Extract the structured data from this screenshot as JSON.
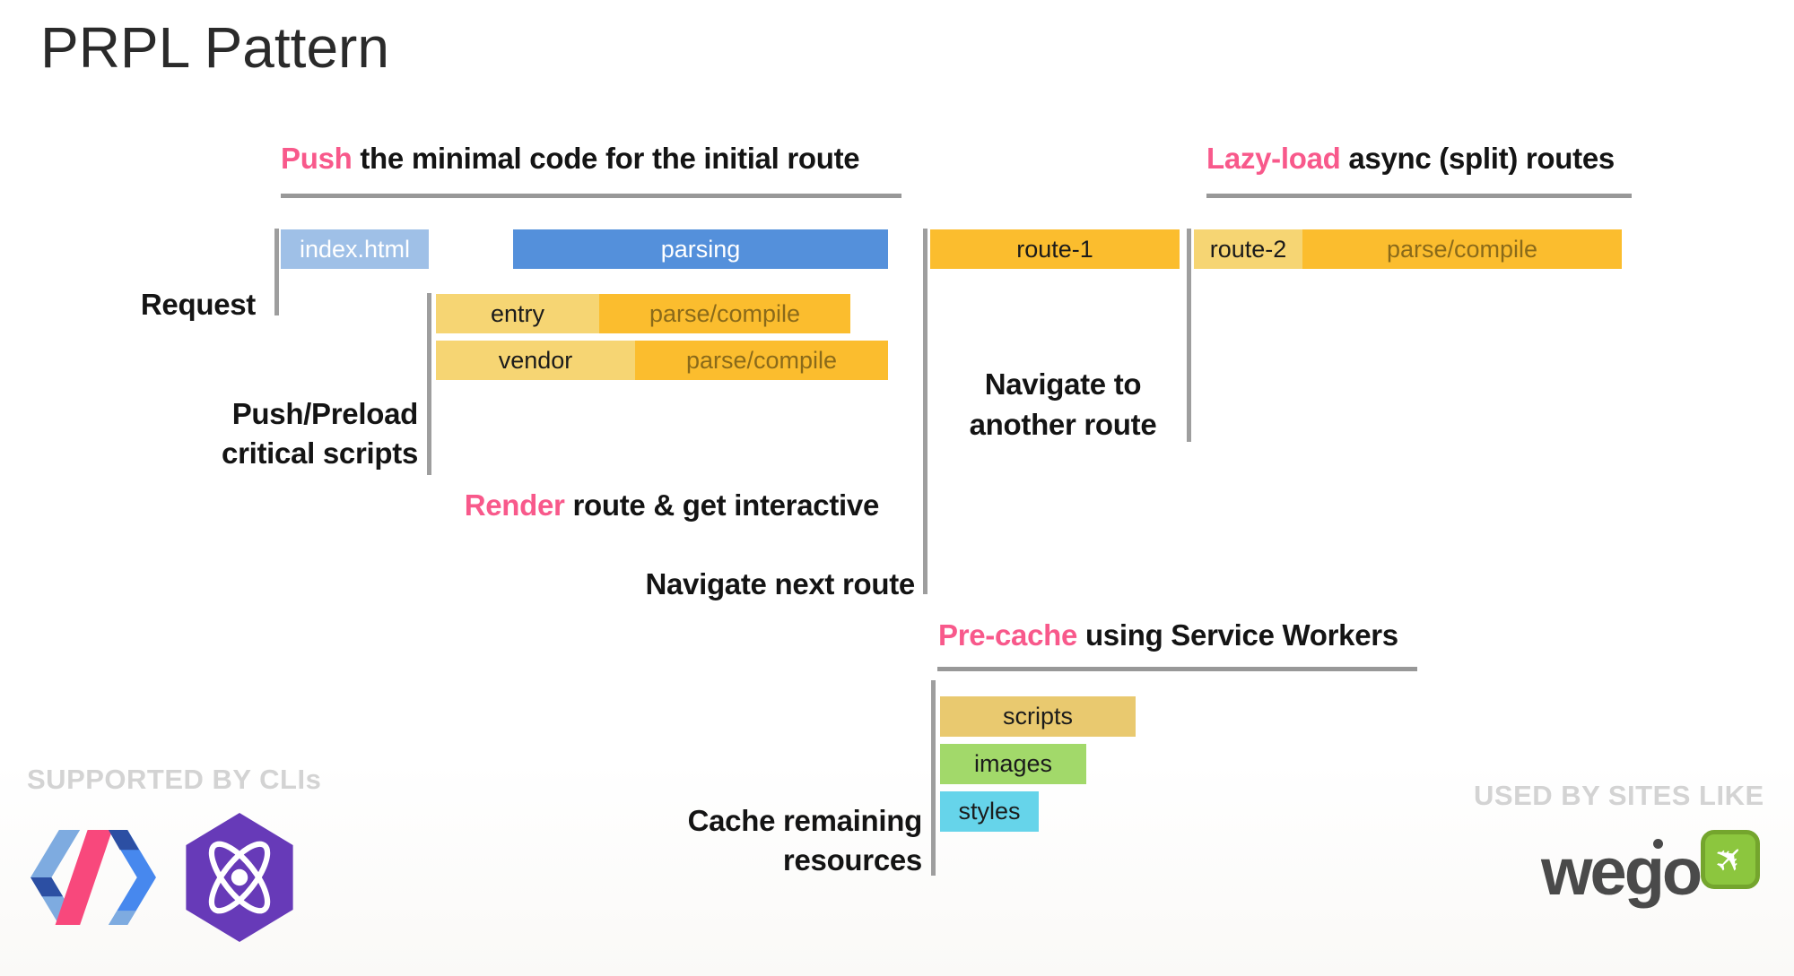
{
  "title": "PRPL Pattern",
  "headings": {
    "push": {
      "highlight": "Push",
      "rest": " the minimal code for the initial route"
    },
    "lazyload": {
      "highlight": "Lazy-load",
      "rest": " async (split) routes"
    },
    "render": {
      "highlight": "Render",
      "rest": " route & get interactive"
    },
    "precache": {
      "highlight": "Pre-cache",
      "rest": " using Service Workers"
    }
  },
  "labels": {
    "request": "Request",
    "push_preload_line1": "Push/Preload",
    "push_preload_line2": "critical scripts",
    "navigate_next": "Navigate next route",
    "navigate_another_line1": "Navigate to",
    "navigate_another_line2": "another route",
    "cache_remaining_line1": "Cache remaining",
    "cache_remaining_line2": "resources"
  },
  "bars": {
    "index_html": "index.html",
    "parsing": "parsing",
    "entry": "entry",
    "entry_parse": "parse/compile",
    "vendor": "vendor",
    "vendor_parse": "parse/compile",
    "route1": "route-1",
    "route2": "route-2",
    "route2_parse": "parse/compile",
    "scripts": "scripts",
    "images": "images",
    "styles": "styles"
  },
  "footer": {
    "supported": "SUPPORTED BY CLIs",
    "used": "USED BY SITES LIKE",
    "wego": "wego",
    "wego_plane_icon": "airplane-icon",
    "logos": [
      "polymer-logo",
      "preact-logo",
      "wego-logo"
    ]
  },
  "colors": {
    "highlight_pink": "#F8598B",
    "bar_blue_light": "#9FC0E7",
    "bar_blue": "#5490DB",
    "bar_amber": "#FBBD2E",
    "bar_amber_light": "#F6D573",
    "bar_tan": "#E9C96F",
    "bar_green": "#A2D96A",
    "bar_cyan": "#66D4EA",
    "parse_compile_text": "#8a6a1a",
    "line_gray": "#9e9e9e",
    "muted_footer_gray": "#d3d3d3",
    "wego_gray": "#4a4a4a",
    "wego_green": "#8CC63E",
    "preact_purple": "#673AB8",
    "polymer_pink": "#F8487C",
    "polymer_light_blue": "#7EABE0",
    "polymer_blue": "#4788EE",
    "polymer_navy": "#2C4FA3"
  }
}
